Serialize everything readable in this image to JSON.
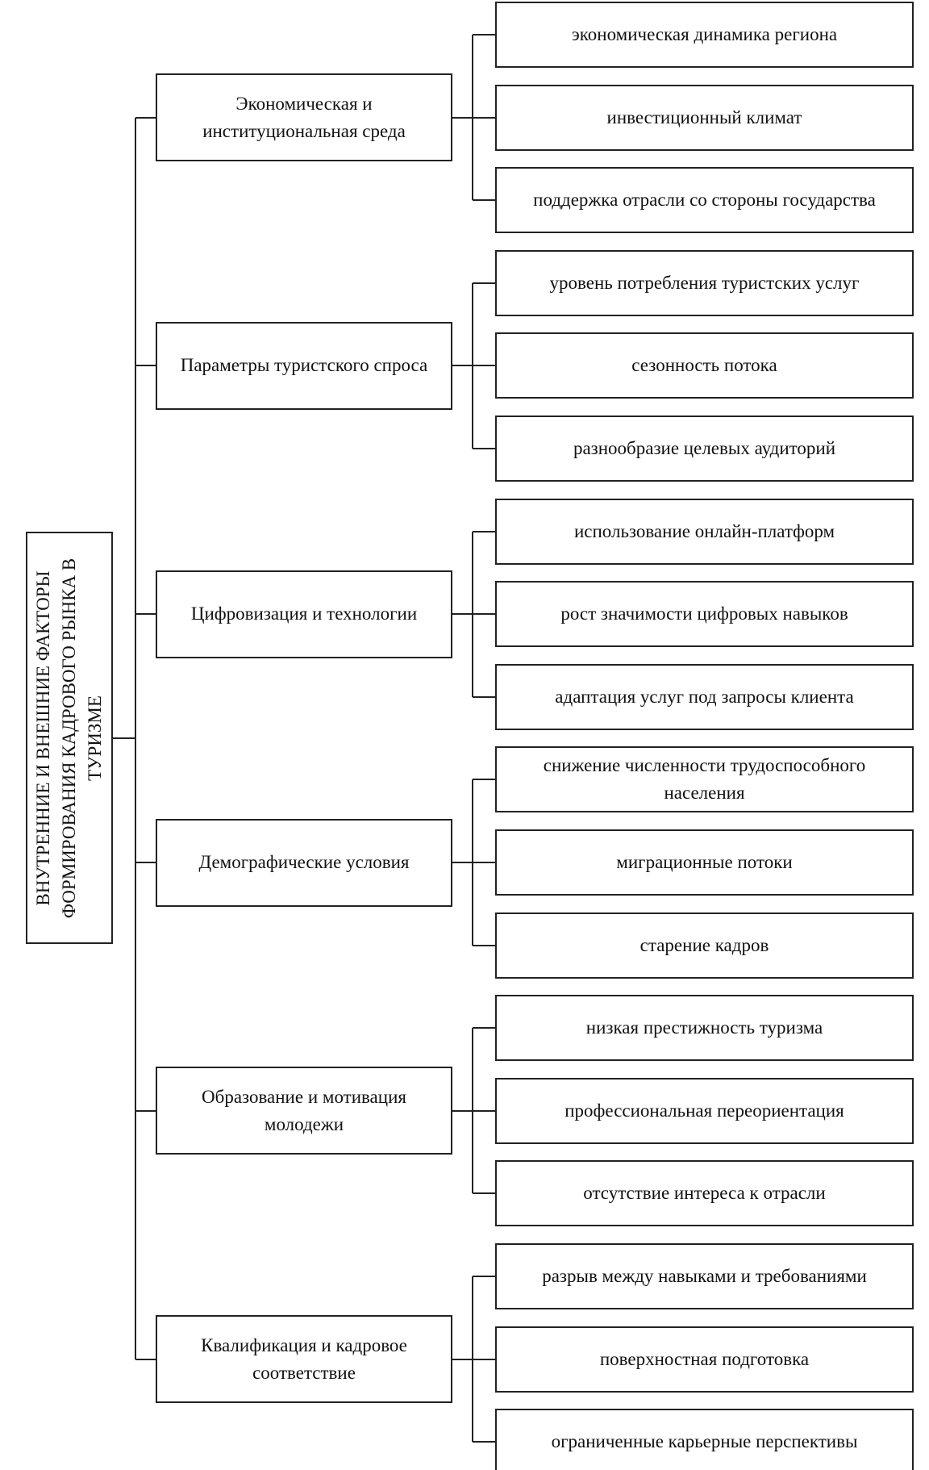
{
  "root": {
    "label": "Внутренние и внешние факторы формирования кадрового рынка в туризме"
  },
  "groups": [
    {
      "label": "Экономическая и институциональная среда",
      "items": [
        "экономическая динамика региона",
        "инвестиционный климат",
        "поддержка отрасли со стороны государства"
      ]
    },
    {
      "label": "Параметры туристского спроса",
      "items": [
        "уровень потребления туристских услуг",
        "сезонность потока",
        "разнообразие целевых аудиторий"
      ]
    },
    {
      "label": "Цифровизация и технологии",
      "items": [
        "использование онлайн-платформ",
        "рост значимости цифровых навыков",
        "адаптация услуг под запросы клиента"
      ]
    },
    {
      "label": "Демографические условия",
      "items": [
        "снижение численности трудоспособного населения",
        "миграционные потоки",
        "старение кадров"
      ]
    },
    {
      "label": "Образование и мотивация молодежи",
      "items": [
        "низкая престижность туризма",
        "профессиональная переориентация",
        "отсутствие интереса к отрасли"
      ]
    },
    {
      "label": "Квалификация и кадровое соответствие",
      "items": [
        "разрыв между навыками и требованиями",
        "поверхностная подготовка",
        "ограниченные карьерные перспективы"
      ]
    }
  ]
}
